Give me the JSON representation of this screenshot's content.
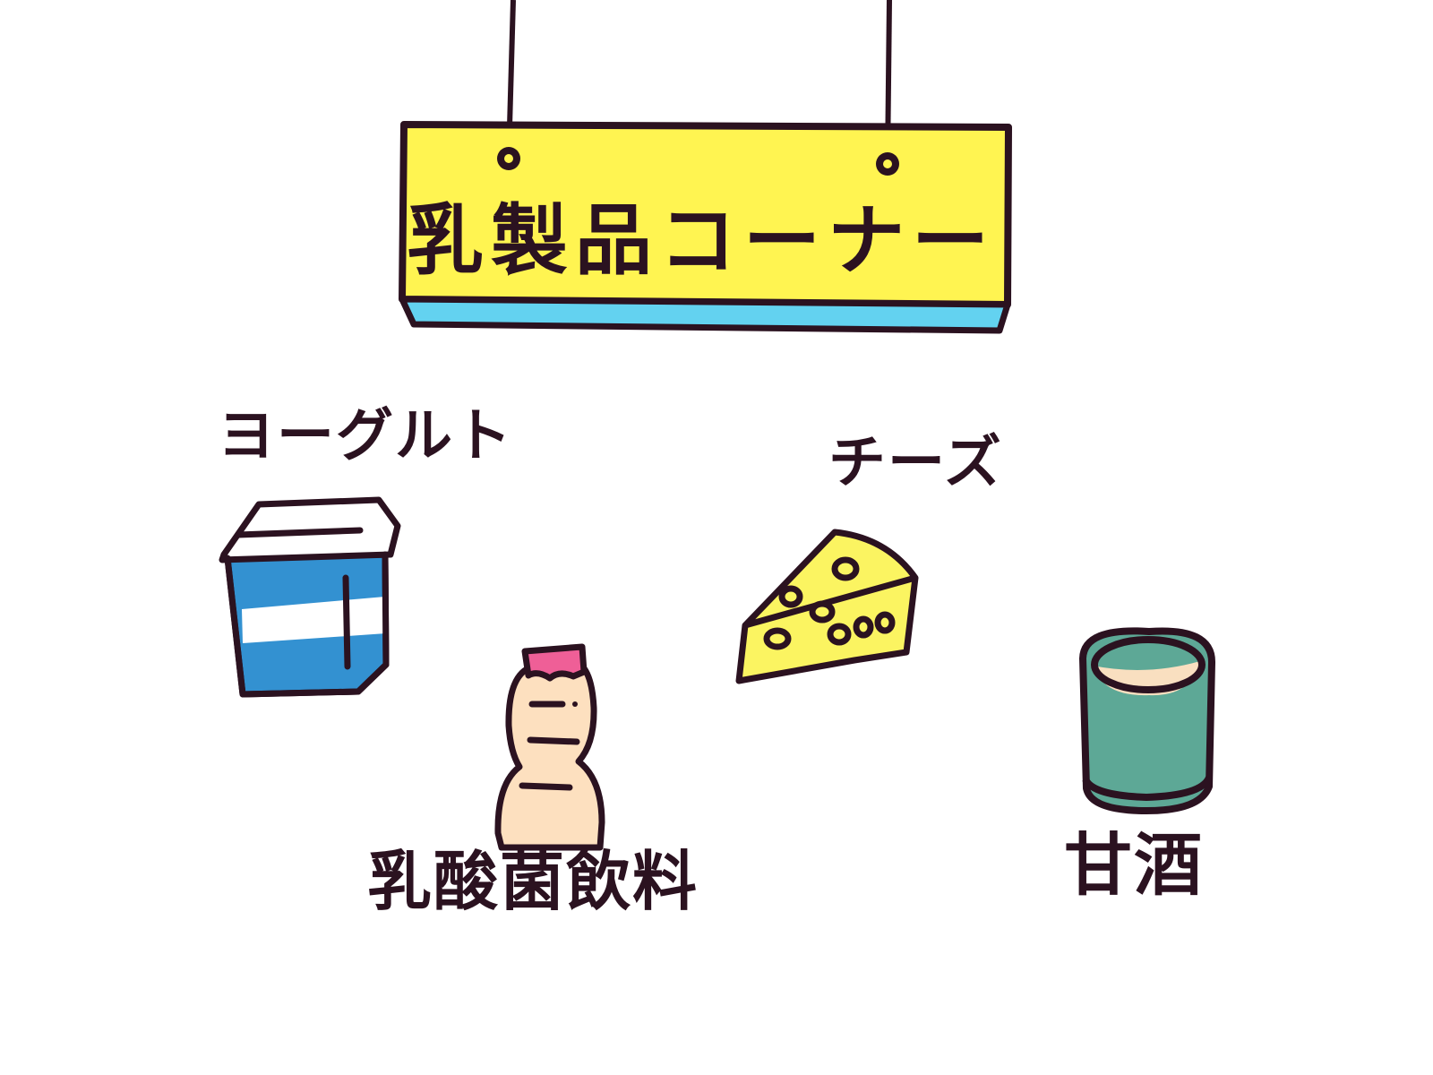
{
  "sign": {
    "title": "乳製品コーナー"
  },
  "items": {
    "yogurt": {
      "label": "ヨーグルト"
    },
    "cheese": {
      "label": "チーズ"
    },
    "lactic_drink": {
      "label": "乳酸菌飲料"
    },
    "amazake": {
      "label": "甘酒"
    }
  },
  "colors": {
    "outline": "#2b1220",
    "sign_yellow": "#fff451",
    "sign_edge_blue": "#63d2f0",
    "yogurt_blue": "#3391d1",
    "bottle_peach": "#fde0bf",
    "bottle_cap_pink": "#ef5f97",
    "cheese_yellow": "#fbf461",
    "cup_green": "#5da896",
    "cup_drink": "#f9dfc0"
  }
}
